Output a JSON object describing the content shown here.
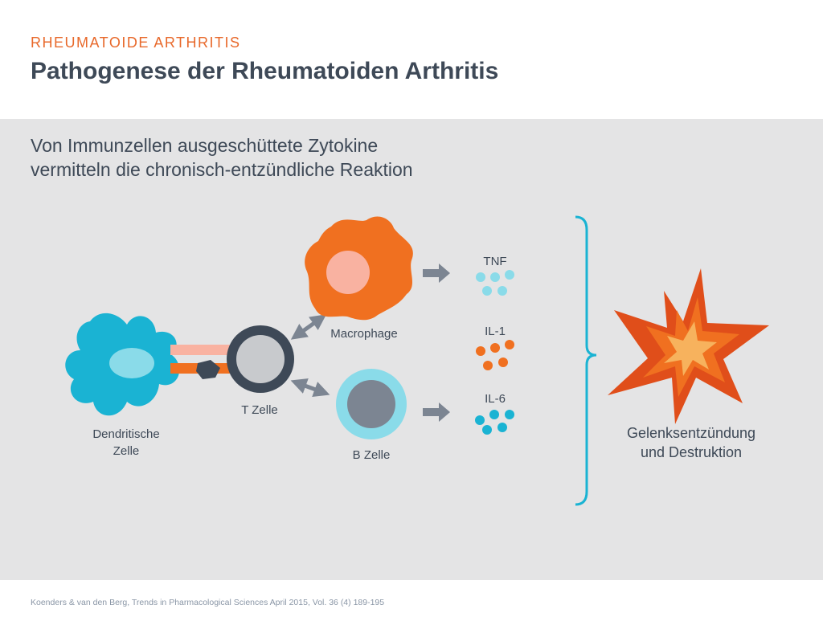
{
  "header": {
    "kicker": "RHEUMATOIDE ARTHRITIS",
    "title": "Pathogenese der Rheumatoiden Arthritis"
  },
  "panel": {
    "subtitle_line1": "Von Immunzellen ausgeschüttete Zytokine",
    "subtitle_line2": "vermitteln die chronisch-entzündliche Reaktion"
  },
  "cells": {
    "dendritic_line1": "Dendritische",
    "dendritic_line2": "Zelle",
    "t_cell": "T Zelle",
    "macrophage": "Macrophage",
    "b_cell": "B Zelle"
  },
  "cytokines": {
    "tnf": "TNF",
    "il1": "IL-1",
    "il6": "IL-6"
  },
  "outcome": {
    "line1": "Gelenksentzündung",
    "line2": "und Destruktion"
  },
  "footer": {
    "citation": "Koenders & van den Berg, Trends in Pharmacological Sciences April 2015, Vol. 36 (4) 189-195"
  },
  "colors": {
    "orange": "#f07020",
    "cyan": "#1ab3d3",
    "light_cyan": "#8adbe9",
    "dark_slate": "#3e4957",
    "gray_arrow": "#7c8592"
  }
}
